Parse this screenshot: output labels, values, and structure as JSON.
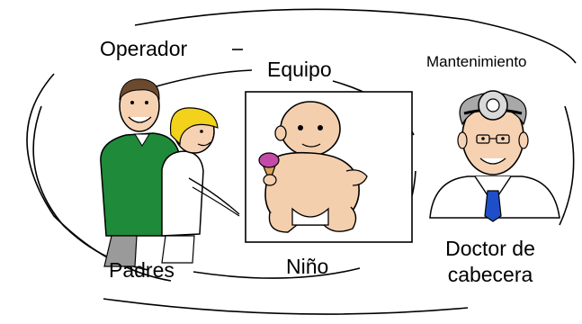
{
  "labels": {
    "operador": "Operador",
    "equipo": "Equipo",
    "mantenimiento": "Mantenimiento",
    "padres": "Padres",
    "nino": "Niño",
    "doctor_line1": "Doctor de",
    "doctor_line2": "cabecera"
  },
  "icons": [
    "parents-illustration",
    "baby-illustration",
    "doctor-illustration"
  ],
  "colors": {
    "ink": "#000000",
    "shirt_green": "#1f8a3a",
    "hair_yellow": "#f2d21a",
    "skin": "#f6d2b3",
    "baby_skin": "#f4cfae",
    "tie_blue": "#1f4fc8",
    "icecream_pink": "#c34aa7"
  }
}
